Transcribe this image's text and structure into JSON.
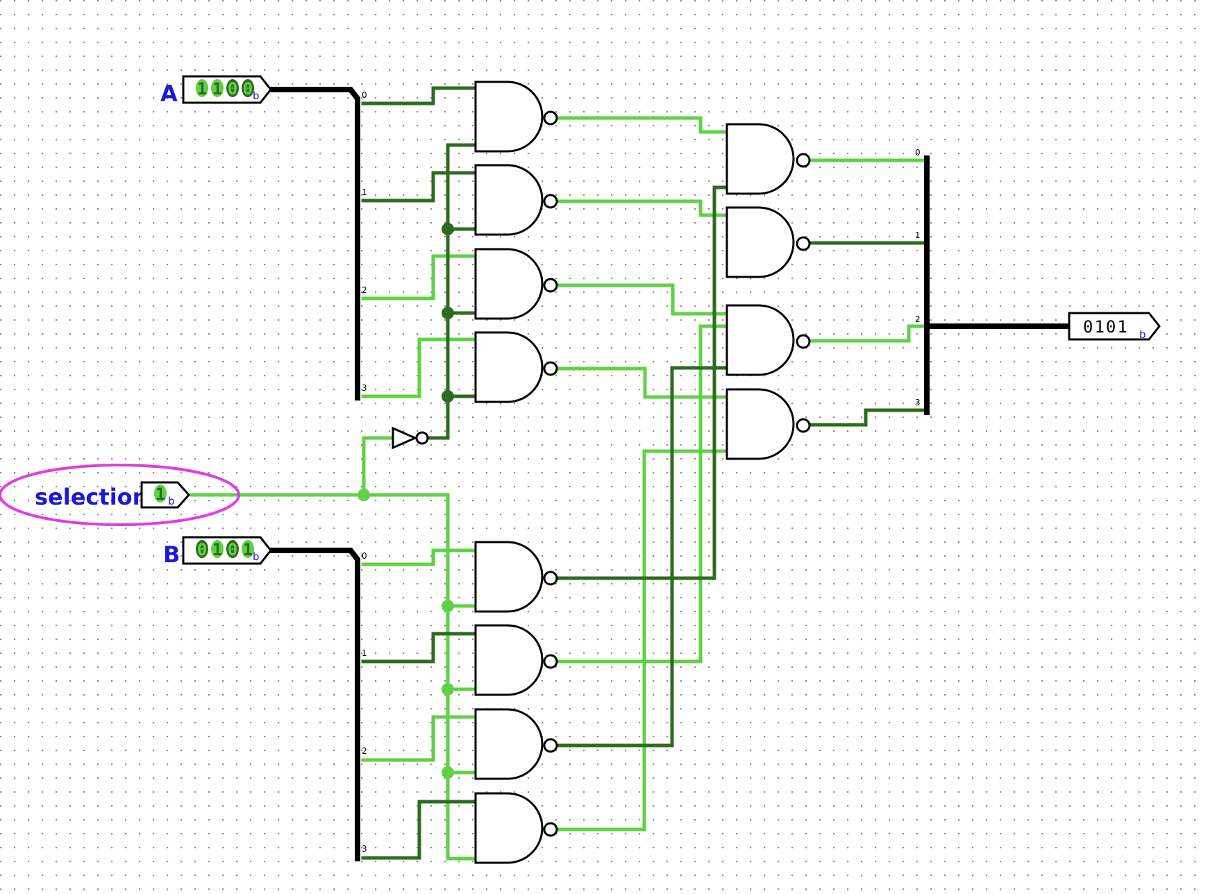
{
  "inputs": {
    "a": {
      "label": "A",
      "bits": [
        "1",
        "1",
        "0",
        "0"
      ],
      "suffix": "b"
    },
    "sel": {
      "label": "selection",
      "bits": [
        "1"
      ],
      "suffix": "b"
    },
    "b": {
      "label": "B",
      "bits": [
        "0",
        "1",
        "0",
        "1"
      ],
      "suffix": "b"
    }
  },
  "output": {
    "value": "0101",
    "suffix": "b"
  },
  "split_indices": [
    "0",
    "1",
    "2",
    "3"
  ],
  "colors": {
    "wire_on": "#5fd147",
    "wire_off": "#2e6b1f",
    "bus": "#000000",
    "label": "#1a1ad6",
    "highlight": "#e03ce6"
  },
  "icons": {
    "gate": "nand-gate-icon",
    "inverter": "not-gate-icon"
  }
}
